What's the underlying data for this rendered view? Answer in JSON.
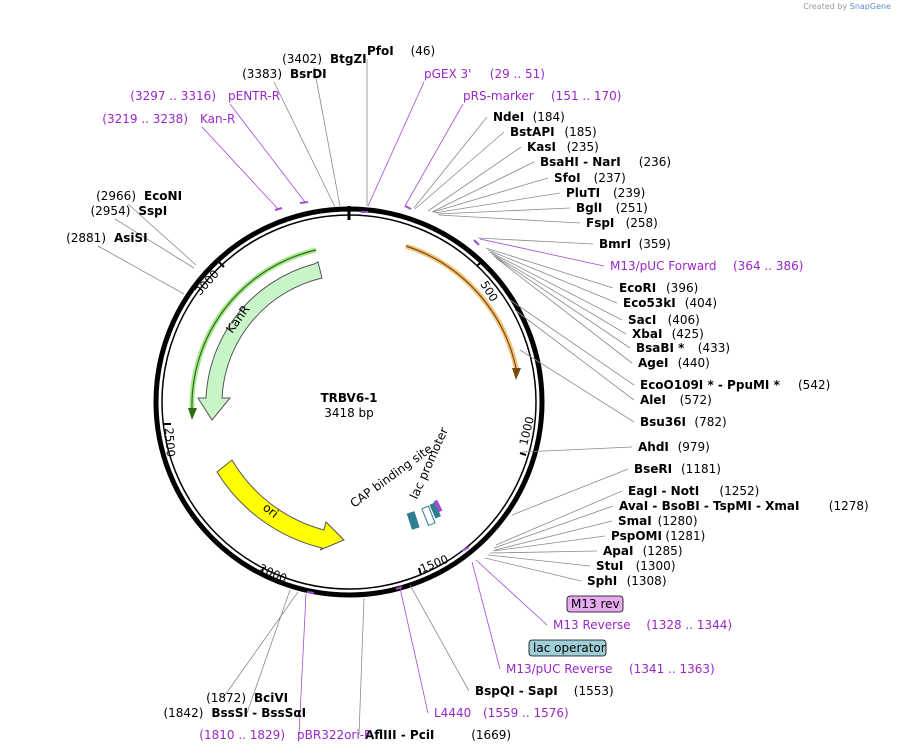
{
  "credit": {
    "prefix": "Created by",
    "brand": "SnapGene"
  },
  "plasmid": {
    "name": "TRBV6-1",
    "size_label": "3418 bp",
    "length": 3418
  },
  "ticks": [
    "500",
    "1000",
    "1500",
    "2000",
    "2500",
    "3000"
  ],
  "features": [
    {
      "name": "KanR",
      "type": "arrow",
      "color": "#c8f5c8",
      "label_inside": true
    },
    {
      "name": "ori",
      "type": "arrow",
      "color": "#ffff00",
      "label_inside": true
    },
    {
      "name": "CAP binding site",
      "type": "box",
      "color": "#2c7e92"
    },
    {
      "name": "lac promoter",
      "type": "box",
      "color": "#2c7e92"
    },
    {
      "name": "lac operator",
      "type": "box",
      "color": "#9ccfd6"
    },
    {
      "name": "M13 rev",
      "type": "box",
      "color": "#e6aaf0"
    }
  ],
  "left_labels": [
    {
      "name": "BtgZI",
      "pos": "(3402)"
    },
    {
      "name": "BsrDI",
      "pos": "(3383)"
    },
    {
      "name": "pENTR-R",
      "pos": "(3297 .. 3316)",
      "primer": true
    },
    {
      "name": "Kan-R",
      "pos": "(3219 .. 3238)",
      "primer": true
    },
    {
      "name": "EcoNI",
      "pos": "(2966)"
    },
    {
      "name": "SspI",
      "pos": "(2954)"
    },
    {
      "name": "AsiSI",
      "pos": "(2881)"
    },
    {
      "name": "BciVI",
      "pos": "(1872)"
    },
    {
      "name": "BssSI - BssSαI",
      "pos": "(1842)"
    },
    {
      "name": "pBR322ori-F",
      "pos": "(1810 .. 1829)",
      "primer": true
    }
  ],
  "top_labels": [
    {
      "name": "PfoI",
      "pos": "(46)"
    },
    {
      "name": "pGEX 3'",
      "pos": "(29 .. 51)",
      "primer": true
    },
    {
      "name": "pRS-marker",
      "pos": "(151 .. 170)",
      "primer": true
    }
  ],
  "right_labels": [
    {
      "name": "NdeI",
      "pos": "(184)"
    },
    {
      "name": "BstAPI",
      "pos": "(185)"
    },
    {
      "name": "KasI",
      "pos": "(235)"
    },
    {
      "name": "BsaHI - NarI",
      "pos": "(236)"
    },
    {
      "name": "SfoI",
      "pos": "(237)"
    },
    {
      "name": "PluTI",
      "pos": "(239)"
    },
    {
      "name": "BglI",
      "pos": "(251)"
    },
    {
      "name": "FspI",
      "pos": "(258)"
    },
    {
      "name": "BmrI",
      "pos": "(359)"
    },
    {
      "name": "M13/pUC Forward",
      "pos": "(364 .. 386)",
      "primer": true
    },
    {
      "name": "EcoRI",
      "pos": "(396)"
    },
    {
      "name": "Eco53kI",
      "pos": "(404)"
    },
    {
      "name": "SacI",
      "pos": "(406)"
    },
    {
      "name": "XbaI",
      "pos": "(425)"
    },
    {
      "name": "BsaBI *",
      "pos": "(433)"
    },
    {
      "name": "AgeI",
      "pos": "(440)"
    },
    {
      "name": "EcoO109I * - PpuMI *",
      "pos": "(542)"
    },
    {
      "name": "AleI",
      "pos": "(572)"
    },
    {
      "name": "Bsu36I",
      "pos": "(782)"
    },
    {
      "name": "AhdI",
      "pos": "(979)"
    },
    {
      "name": "BseRI",
      "pos": "(1181)"
    },
    {
      "name": "EagI - NotI",
      "pos": "(1252)"
    },
    {
      "name": "AvaI - BsoBI - TspMI - XmaI",
      "pos": "(1278)"
    },
    {
      "name": "SmaI",
      "pos": "(1280)"
    },
    {
      "name": "PspOMI",
      "pos": "(1281)"
    },
    {
      "name": "ApaI",
      "pos": "(1285)"
    },
    {
      "name": "StuI",
      "pos": "(1300)"
    },
    {
      "name": "SphI",
      "pos": "(1308)"
    },
    {
      "name": "M13 Reverse",
      "pos": "(1328 .. 1344)",
      "primer": true
    },
    {
      "name": "M13/pUC Reverse",
      "pos": "(1341 .. 1363)",
      "primer": true
    },
    {
      "name": "BspQI - SapI",
      "pos": "(1553)"
    },
    {
      "name": "L4440",
      "pos": "(1559 .. 1576)",
      "primer": true
    },
    {
      "name": "AflIII - PciI",
      "pos": "(1669)"
    }
  ]
}
